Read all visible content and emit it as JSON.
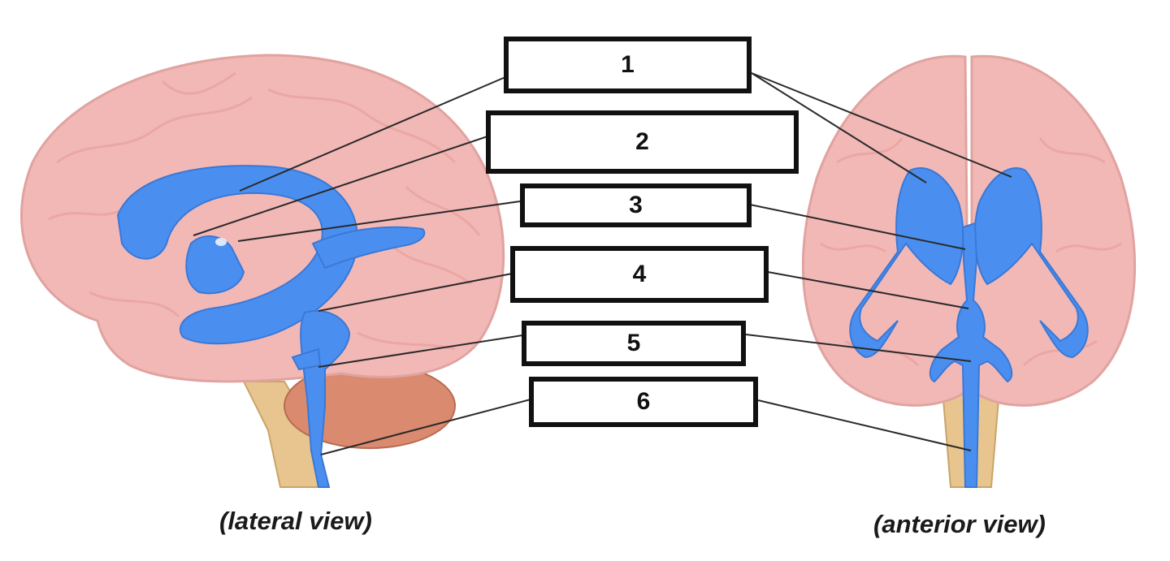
{
  "labels": [
    {
      "number": "1"
    },
    {
      "number": "2"
    },
    {
      "number": "3"
    },
    {
      "number": "4"
    },
    {
      "number": "5"
    },
    {
      "number": "6"
    }
  ],
  "captions": {
    "lateral": "(lateral view)",
    "anterior": "(anterior view)"
  },
  "colors": {
    "ventricles": "#4a8ff0",
    "cerebrum": "#f2b8b6",
    "cerebellum": "#d98a6f",
    "brainstem": "#e8c58e",
    "label_border": "#111111",
    "leader_line": "#2a2a2a"
  }
}
